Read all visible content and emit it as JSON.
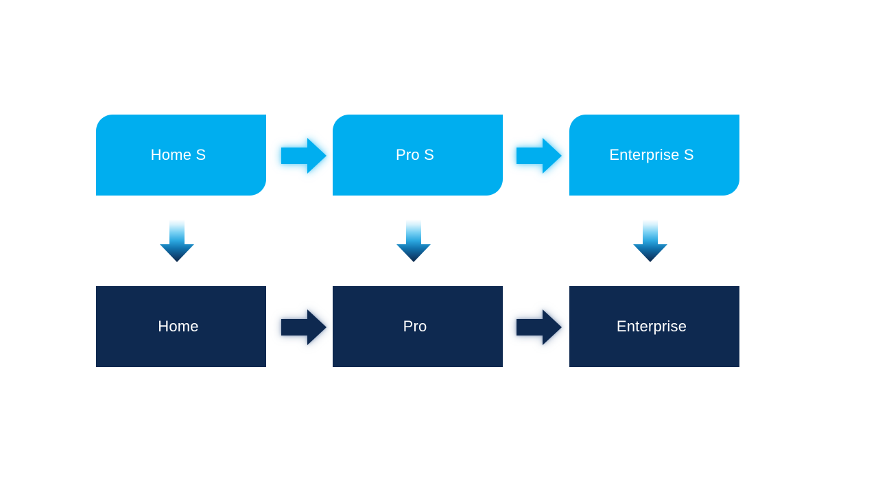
{
  "slide": {
    "background": "#FFFFFF"
  },
  "colors": {
    "primary_light_blue": "#00AEEF",
    "primary_navy": "#0E2950",
    "label_text": "#FFFFFF"
  },
  "diagram": {
    "type": "flow",
    "columns": [
      {
        "top": "Home S",
        "bottom": "Home"
      },
      {
        "top": "Pro S",
        "bottom": "Pro"
      },
      {
        "top": "Enterprise S",
        "bottom": "Enterprise"
      }
    ],
    "icons": {
      "horizontal_connector": "right-arrow-icon",
      "vertical_connector": "down-arrow-icon"
    }
  }
}
